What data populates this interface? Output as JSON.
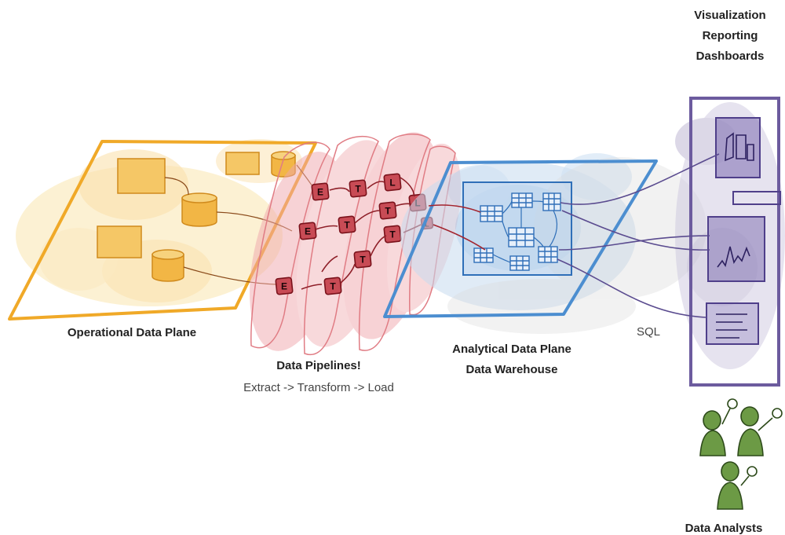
{
  "labels": {
    "visualization": [
      "Visualization",
      "Reporting",
      "Dashboards"
    ],
    "operational": "Operational Data Plane",
    "pipelines": "Data Pipelines!",
    "etl_flow": "Extract -> Transform -> Load",
    "analytical": [
      "Analytical Data Plane",
      "Data Warehouse"
    ],
    "sql": "SQL",
    "analysts": "Data Analysts"
  },
  "etl_boxes": [
    {
      "letter": "E"
    },
    {
      "letter": "T"
    },
    {
      "letter": "L"
    },
    {
      "letter": "E"
    },
    {
      "letter": "T"
    },
    {
      "letter": "T"
    },
    {
      "letter": "L"
    },
    {
      "letter": "T"
    },
    {
      "letter": "T"
    },
    {
      "letter": "L"
    },
    {
      "letter": "E"
    },
    {
      "letter": "T"
    }
  ],
  "colors": {
    "operational": "#f2b134",
    "pipelines": "#b8313a",
    "warehouse": "#4a86c6",
    "reporting": "#6c5b9e",
    "analysts": "#5b8a3c"
  }
}
